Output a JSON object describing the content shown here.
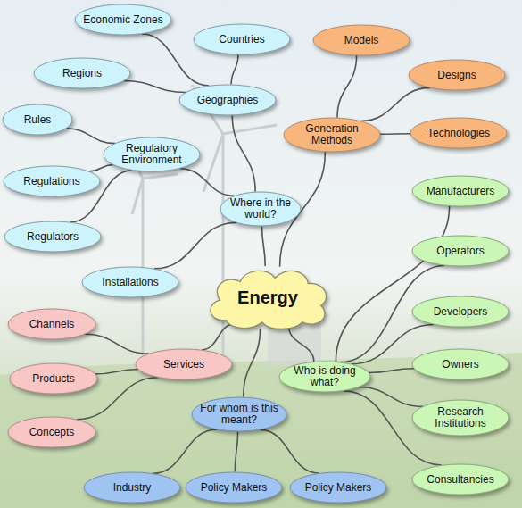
{
  "diagram": {
    "nodes": [
      {
        "text": [
          "Economic Zones"
        ]
      },
      {
        "text": [
          "Countries"
        ]
      },
      {
        "text": [
          "Models"
        ]
      },
      {
        "text": [
          "Regions"
        ]
      },
      {
        "text": [
          "Designs"
        ]
      },
      {
        "text": [
          "Geographies"
        ]
      },
      {
        "text": [
          "Rules"
        ]
      },
      {
        "text": [
          "Generation Methods"
        ]
      },
      {
        "text": [
          "Technologies"
        ]
      },
      {
        "text": [
          "Regulatory Environment"
        ]
      },
      {
        "text": [
          "Regulations"
        ]
      },
      {
        "text": [
          "Manufacturers"
        ]
      },
      {
        "text": [
          "Where in the world?"
        ]
      },
      {
        "text": [
          "Regulators"
        ]
      },
      {
        "text": [
          "Operators"
        ]
      },
      {
        "text": [
          "Installations"
        ]
      },
      {
        "text": [
          "Energy"
        ]
      },
      {
        "text": [
          "Developers"
        ]
      },
      {
        "text": [
          "Channels"
        ]
      },
      {
        "text": [
          "Services"
        ]
      },
      {
        "text": [
          "Who is doing what?"
        ]
      },
      {
        "text": [
          "Products"
        ]
      },
      {
        "text": [
          "Owners"
        ]
      },
      {
        "text": [
          "Research Institutions"
        ]
      },
      {
        "text": [
          "For whom is this meant?"
        ]
      },
      {
        "text": [
          "Concepts"
        ]
      },
      {
        "text": [
          "Consultancies"
        ]
      },
      {
        "text": [
          "Industry"
        ]
      },
      {
        "text": [
          "Policy Makers"
        ]
      },
      {
        "text": [
          "Policy Makers"
        ]
      }
    ],
    "edges": [
      {
        "from": 16,
        "to": 12,
        "arrow": "none"
      },
      {
        "from": 16,
        "to": 7,
        "arrow": "none"
      },
      {
        "from": 16,
        "to": 20,
        "arrow": "none"
      },
      {
        "from": 16,
        "to": 24,
        "arrow": "none"
      },
      {
        "from": 16,
        "to": 19,
        "arrow": "none"
      },
      {
        "from": 12,
        "to": 15,
        "arrow": "none"
      },
      {
        "from": 12,
        "to": 5,
        "arrow": "none"
      },
      {
        "from": 12,
        "to": 9,
        "arrow": "none"
      },
      {
        "from": 5,
        "to": 0,
        "arrow": "none"
      },
      {
        "from": 5,
        "to": 1,
        "arrow": "none"
      },
      {
        "from": 5,
        "to": 3,
        "arrow": "none"
      },
      {
        "from": 9,
        "to": 6,
        "arrow": "none"
      },
      {
        "from": 9,
        "to": 10,
        "arrow": "none"
      },
      {
        "from": 9,
        "to": 13,
        "arrow": "none"
      },
      {
        "from": 7,
        "to": 2,
        "arrow": "none"
      },
      {
        "from": 7,
        "to": 4,
        "arrow": "none"
      },
      {
        "from": 7,
        "to": 8,
        "arrow": "none"
      },
      {
        "from": 20,
        "to": 11,
        "arrow": "none"
      },
      {
        "from": 20,
        "to": 14,
        "arrow": "none"
      },
      {
        "from": 20,
        "to": 17,
        "arrow": "none"
      },
      {
        "from": 20,
        "to": 22,
        "arrow": "none"
      },
      {
        "from": 20,
        "to": 23,
        "arrow": "none"
      },
      {
        "from": 20,
        "to": 26,
        "arrow": "none"
      },
      {
        "from": 24,
        "to": 27,
        "arrow": "none"
      },
      {
        "from": 24,
        "to": 28,
        "arrow": "none"
      },
      {
        "from": 24,
        "to": 29,
        "arrow": "none"
      },
      {
        "from": 19,
        "to": 18,
        "arrow": "none"
      },
      {
        "from": 19,
        "to": 21,
        "arrow": "none"
      },
      {
        "from": 19,
        "to": 25,
        "arrow": "none"
      }
    ]
  }
}
